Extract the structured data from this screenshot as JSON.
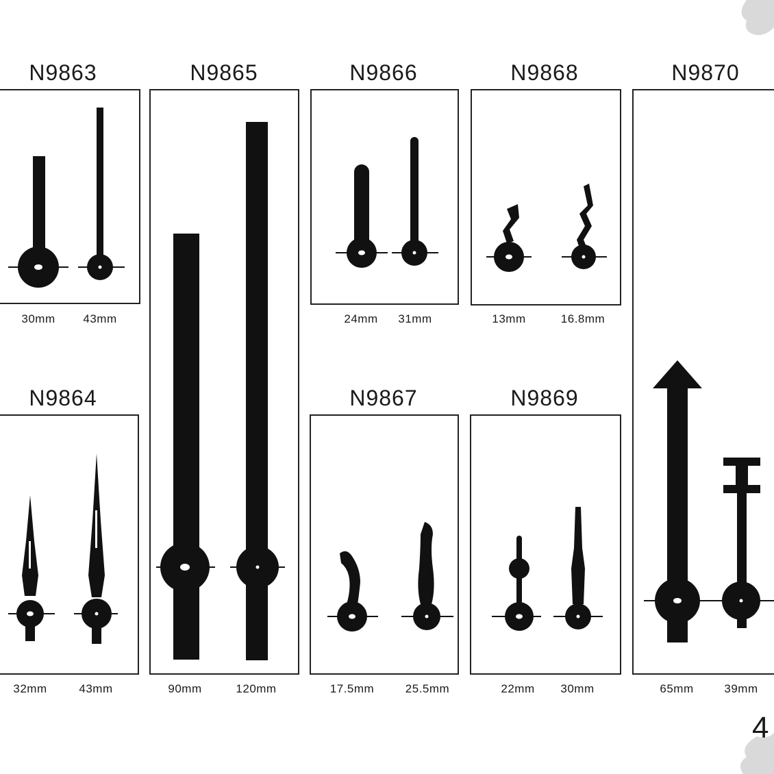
{
  "page_number": "4",
  "colors": {
    "ink": "#111111",
    "background": "#ffffff",
    "corner_shape": "#d9d9d9"
  },
  "models": [
    {
      "code": "N9863",
      "sizes": [
        "30mm",
        "43mm"
      ]
    },
    {
      "code": "N9865",
      "sizes": [
        "90mm",
        "120mm"
      ]
    },
    {
      "code": "N9866",
      "sizes": [
        "24mm",
        "31mm"
      ]
    },
    {
      "code": "N9868",
      "sizes": [
        "13mm",
        "16.8mm"
      ]
    },
    {
      "code": "N9870",
      "sizes": [
        "65mm",
        "39mm"
      ]
    },
    {
      "code": "N9864",
      "sizes": [
        "32mm",
        "43mm"
      ]
    },
    {
      "code": "N9867",
      "sizes": [
        "17.5mm",
        "25.5mm"
      ]
    },
    {
      "code": "N9869",
      "sizes": [
        "22mm",
        "30mm"
      ]
    }
  ]
}
